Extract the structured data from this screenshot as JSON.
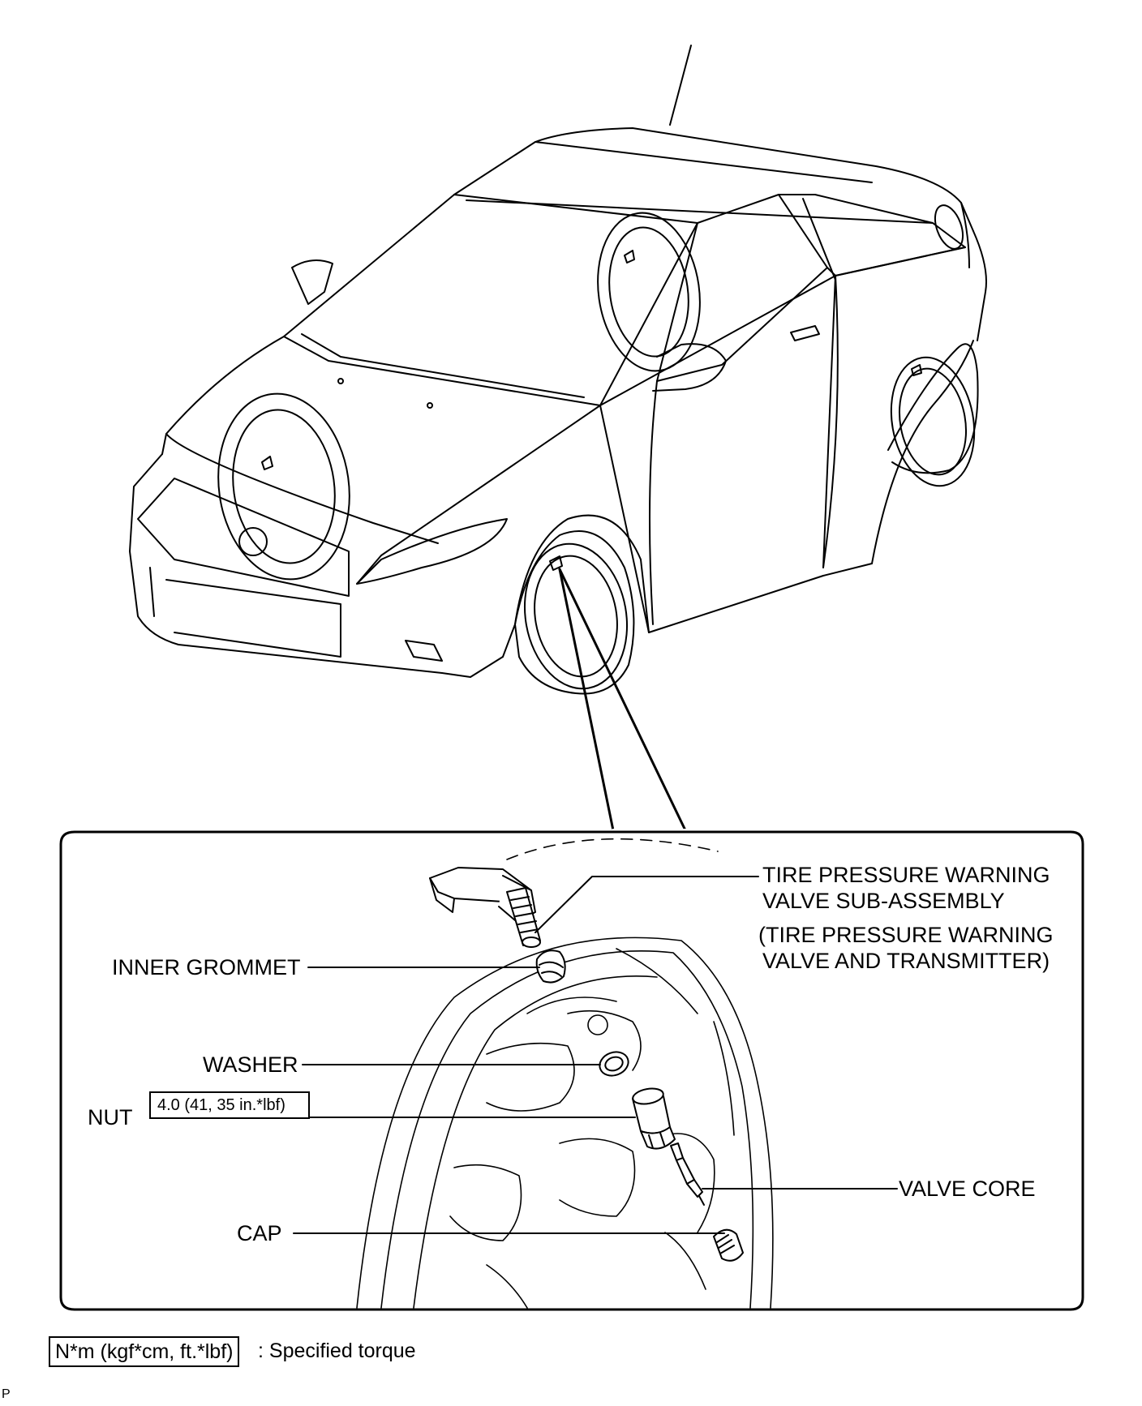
{
  "labels": {
    "sub_assembly_line1": "TIRE PRESSURE WARNING",
    "sub_assembly_line2": "VALVE SUB-ASSEMBLY",
    "sub_assembly_note_line1": "(TIRE PRESSURE WARNING",
    "sub_assembly_note_line2": "VALVE AND TRANSMITTER)",
    "inner_grommet": "INNER GROMMET",
    "washer": "WASHER",
    "nut": "NUT",
    "nut_torque": "4.0 (41, 35 in.*lbf)",
    "valve_core": "VALVE CORE",
    "cap": "CAP"
  },
  "legend": {
    "unit_box": "N*m (kgf*cm, ft.*lbf)",
    "description": ": Specified torque"
  },
  "corner_mark": "P",
  "icons": {
    "vehicle": "car-line-drawing-icon",
    "sensor": "tire-pressure-sensor-icon",
    "grommet": "grommet-icon",
    "washer": "washer-icon",
    "nut": "nut-icon",
    "valve_core": "valve-core-icon",
    "cap": "valve-cap-icon"
  }
}
